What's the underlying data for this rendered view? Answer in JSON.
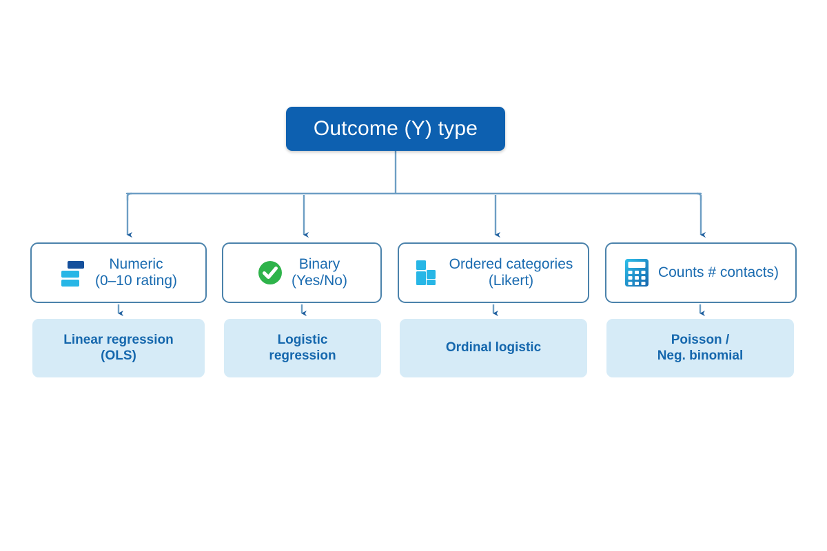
{
  "diagram": {
    "root": {
      "label": "Outcome (Y) type",
      "color": "#0d60b0",
      "text_color": "#ffffff"
    },
    "branches": [
      {
        "icon": "bar-chart-icon",
        "title": "Numeric",
        "subtitle": "(0–10 rating)",
        "result_line1": "Linear regression",
        "result_line2": "(OLS)"
      },
      {
        "icon": "green-check-circle-icon",
        "title": "Binary",
        "subtitle": "(Yes/No)",
        "result_line1": "Logistic",
        "result_line2": "regression"
      },
      {
        "icon": "stacked-blocks-icon",
        "title": "Ordered categories",
        "subtitle": "(Likert)",
        "result_line1": "Ordinal logistic",
        "result_line2": ""
      },
      {
        "icon": "calculator-icon",
        "title": "Counts # contacts)",
        "subtitle": "",
        "result_line1": "Poisson /",
        "result_line2": "Neg. binomial"
      }
    ],
    "colors": {
      "root_fill": "#0d60b0",
      "card_border": "#4b82ab",
      "card_text": "#1a6bb0",
      "result_fill": "#d6ebf7",
      "result_text": "#1567ad",
      "connector": "#6d9ec4",
      "arrow_head": "#1f5f9e",
      "icon_dark_blue": "#15509c",
      "icon_cyan": "#27b6e6",
      "icon_green": "#2eb34a",
      "background": "#ffffff"
    }
  }
}
